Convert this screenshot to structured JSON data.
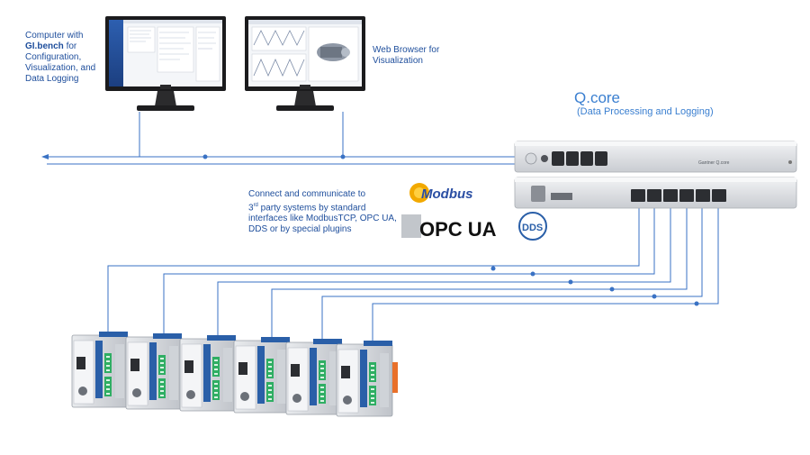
{
  "computer_caption": {
    "line1": "Computer with",
    "line2_bold": "GI.bench",
    "line2_rest": " for",
    "line3": "Configuration,",
    "line4": "Visualization, and",
    "line5": "Data Logging"
  },
  "browser_caption": {
    "line1": "Web Browser for",
    "line2": "Visualization"
  },
  "qcore": {
    "title": "Q.core",
    "subtitle": "(Data Processing and Logging)",
    "brand": "Gantner Q.core"
  },
  "interfaces_caption": {
    "line1": "Connect and communicate to",
    "line2_sup": "rd",
    "line2_pre": "3",
    "line2_rest": " party systems by standard",
    "line3": "interfaces like ModbusTCP, OPC UA,",
    "line4": "DDS or by special plugins"
  },
  "logos": {
    "modbus": "Modbus",
    "opc": "OPC UA",
    "dds": "DDS"
  },
  "colors": {
    "line": "#3a72c4",
    "text": "#1e4e9c",
    "accent": "#3a7fd0",
    "module_green": "#2fae63",
    "module_blue": "#2a5fa8",
    "orange": "#e8702a"
  }
}
